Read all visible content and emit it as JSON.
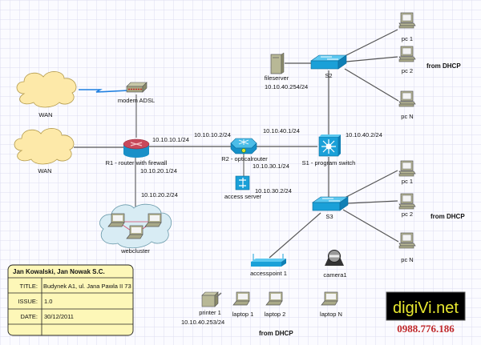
{
  "nodes": {
    "wan1": "WAN",
    "wan2": "WAN",
    "modem": "modem ADSL",
    "r1": "R1 - router with firewall",
    "r2": "R2 - opticalrouter",
    "access_server": "access server",
    "s1": "S1 - program switch",
    "s2": "S2",
    "s3": "S3",
    "fileserver": "fileserver",
    "webcluster": "webcluster",
    "pc_top": [
      "pc 1",
      "pc 2",
      "pc N"
    ],
    "pc_mid": [
      "pc 1",
      "pc 2",
      "pc N"
    ],
    "accesspoint": "accesspoint 1",
    "camera": "camera1",
    "printer": "printer 1",
    "laptops": [
      "laptop 1",
      "laptop 2",
      "laptop N"
    ]
  },
  "addresses": {
    "r1_r2": "10.10.10.1/24",
    "r2_r1": "10.10.10.2/24",
    "r1_web": "10.10.20.1/24",
    "web": "10.10.20.2/24",
    "r2_s1": "10.10.40.1/24",
    "s1": "10.10.40.2/24",
    "r2_access": "10.10.30.1/24",
    "access": "10.10.30.2/24",
    "fileserver": "10.10.40.254/24",
    "printer": "10.10.40.253/24"
  },
  "dhcp_labels": [
    "from DHCP",
    "from DHCP",
    "from DHCP"
  ],
  "title_block": {
    "company": "Jan Kowalski, Jan Nowak S.C.",
    "rows": [
      {
        "key": "TITLE:",
        "value": "Budynek A1, ul. Jana Pawla II 73"
      },
      {
        "key": "ISSUE:",
        "value": "1.0"
      },
      {
        "key": "DATE:",
        "value": "30/12/2011"
      }
    ]
  },
  "logo": {
    "text": "digiVi.net",
    "phone": "0988.776.186"
  },
  "colors": {
    "grid": "#dcdcf0",
    "device_blue": "#1aa0d8",
    "cloud": "#fde9a9",
    "title_block": "#fdf7b8",
    "phone": "#c0282a",
    "logo_text": "#e8e830"
  }
}
